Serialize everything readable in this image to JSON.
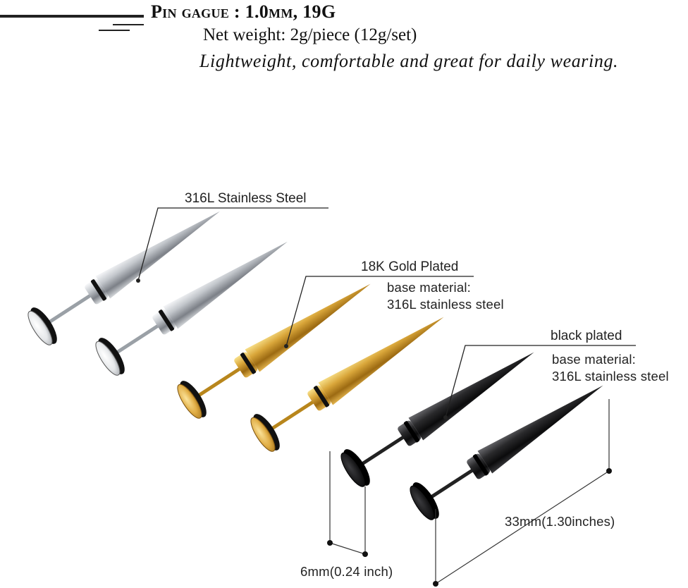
{
  "header": {
    "title": "Pin gague : 1.0mm, 19G",
    "weight": "Net weight: 2g/piece (12g/set)",
    "tagline": "Lightweight, comfortable and great for daily wearing."
  },
  "callouts": {
    "steel": "316L Stainless Steel",
    "gold": "18K Gold Plated",
    "gold_base_1": "base material:",
    "gold_base_2": "316L stainless steel",
    "black": "black plated",
    "black_base_1": "base material:",
    "black_base_2": "316L stainless steel"
  },
  "dimensions": {
    "length": "33mm(1.30inches)",
    "disc_diameter": "6mm(0.24 inch)"
  },
  "products": [
    {
      "finish": "316L Stainless Steel",
      "color": "#c9ccd1"
    },
    {
      "finish": "18K Gold Plated",
      "color": "#d9a63a"
    },
    {
      "finish": "black plated",
      "color": "#1d1d1f"
    }
  ]
}
